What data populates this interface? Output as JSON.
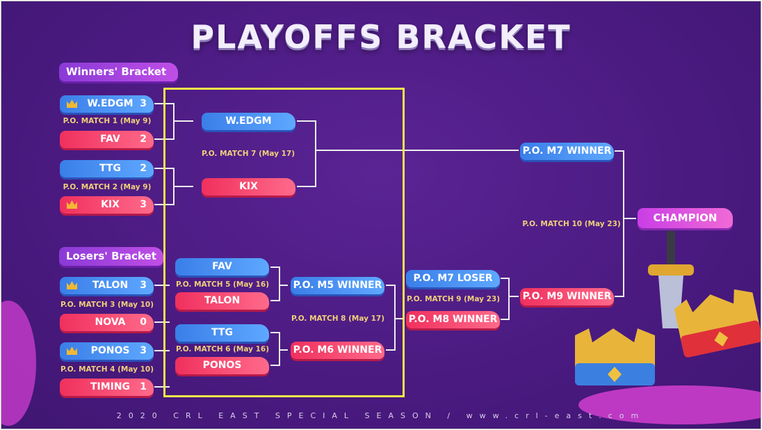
{
  "title": "PLAYOFFS BRACKET",
  "winners_label": "Winners' Bracket",
  "losers_label": "Losers' Bracket",
  "round1": [
    {
      "name": "W.EDGM",
      "score": "3",
      "winner": true
    },
    {
      "name": "FAV",
      "score": "2",
      "winner": false
    },
    {
      "name": "TTG",
      "score": "2",
      "winner": false
    },
    {
      "name": "KIX",
      "score": "3",
      "winner": true
    },
    {
      "name": "TALON",
      "score": "3",
      "winner": true
    },
    {
      "name": "NOVA",
      "score": "0",
      "winner": false
    },
    {
      "name": "PONOS",
      "score": "3",
      "winner": true
    },
    {
      "name": "TIMING",
      "score": "1",
      "winner": false
    }
  ],
  "matches": {
    "m1": "P.O. MATCH 1 (May 9)",
    "m2": "P.O. MATCH 2 (May 9)",
    "m3": "P.O. MATCH 3 (May 10)",
    "m4": "P.O. MATCH 4 (May 10)",
    "m5": "P.O. MATCH 5 (May 16)",
    "m6": "P.O. MATCH 6 (May 16)",
    "m7": "P.O. MATCH 7 (May 17)",
    "m8": "P.O. MATCH 8 (May 17)",
    "m9": "P.O. MATCH 9 (May 23)",
    "m10": "P.O. MATCH 10 (May 23)"
  },
  "round2": {
    "w_top": "W.EDGM",
    "w_bottom": "KIX",
    "l5_top": "FAV",
    "l5_bottom": "TALON",
    "l6_top": "TTG",
    "l6_bottom": "PONOS"
  },
  "round3": {
    "m5_winner": "P.O. M5 WINNER",
    "m6_winner": "P.O. M6 WINNER"
  },
  "round4": {
    "m7_loser": "P.O. M7 LOSER",
    "m8_winner": "P.O. M8 WINNER"
  },
  "round5": {
    "m7_winner": "P.O. M7 WINNER",
    "m9_winner": "P.O. M9 WINNER"
  },
  "champion": "CHAMPION",
  "footer": "2020 CRL EAST SPECIAL SEASON / www.crl-east.com",
  "colors": {
    "background": "#4a1a80",
    "blue": "#3a7ee8",
    "red": "#f0305e",
    "highlight": "#f5ea4a",
    "label": "#f0cf7a"
  }
}
